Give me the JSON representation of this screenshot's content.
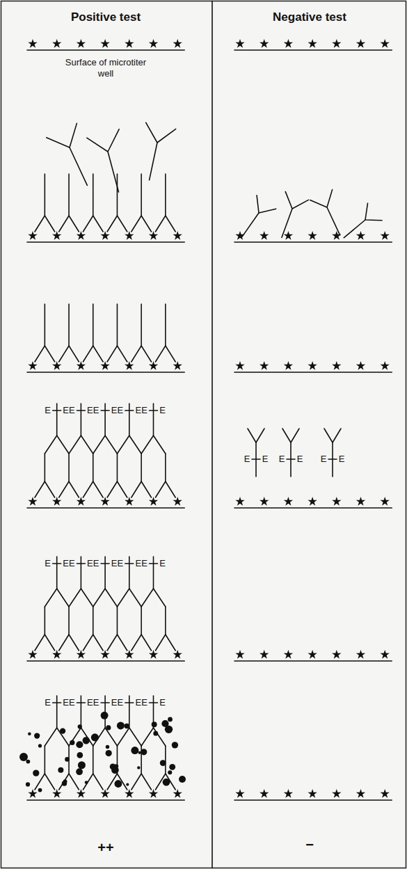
{
  "diagram": {
    "labels": [
      "Positive test",
      "Negative test",
      "Surface of microtiter well",
      "E",
      "E",
      "E",
      "E",
      "E",
      "E",
      "E",
      "E",
      "E",
      "E",
      "E",
      "E",
      "E",
      "E",
      "E",
      "E",
      "E",
      "E",
      "E",
      "E",
      "E",
      "E",
      "E",
      "E",
      "E",
      "E",
      "E",
      "E",
      "E",
      "E",
      "E",
      "E",
      "E",
      "E",
      "E",
      "E",
      "++",
      "−"
    ]
  }
}
